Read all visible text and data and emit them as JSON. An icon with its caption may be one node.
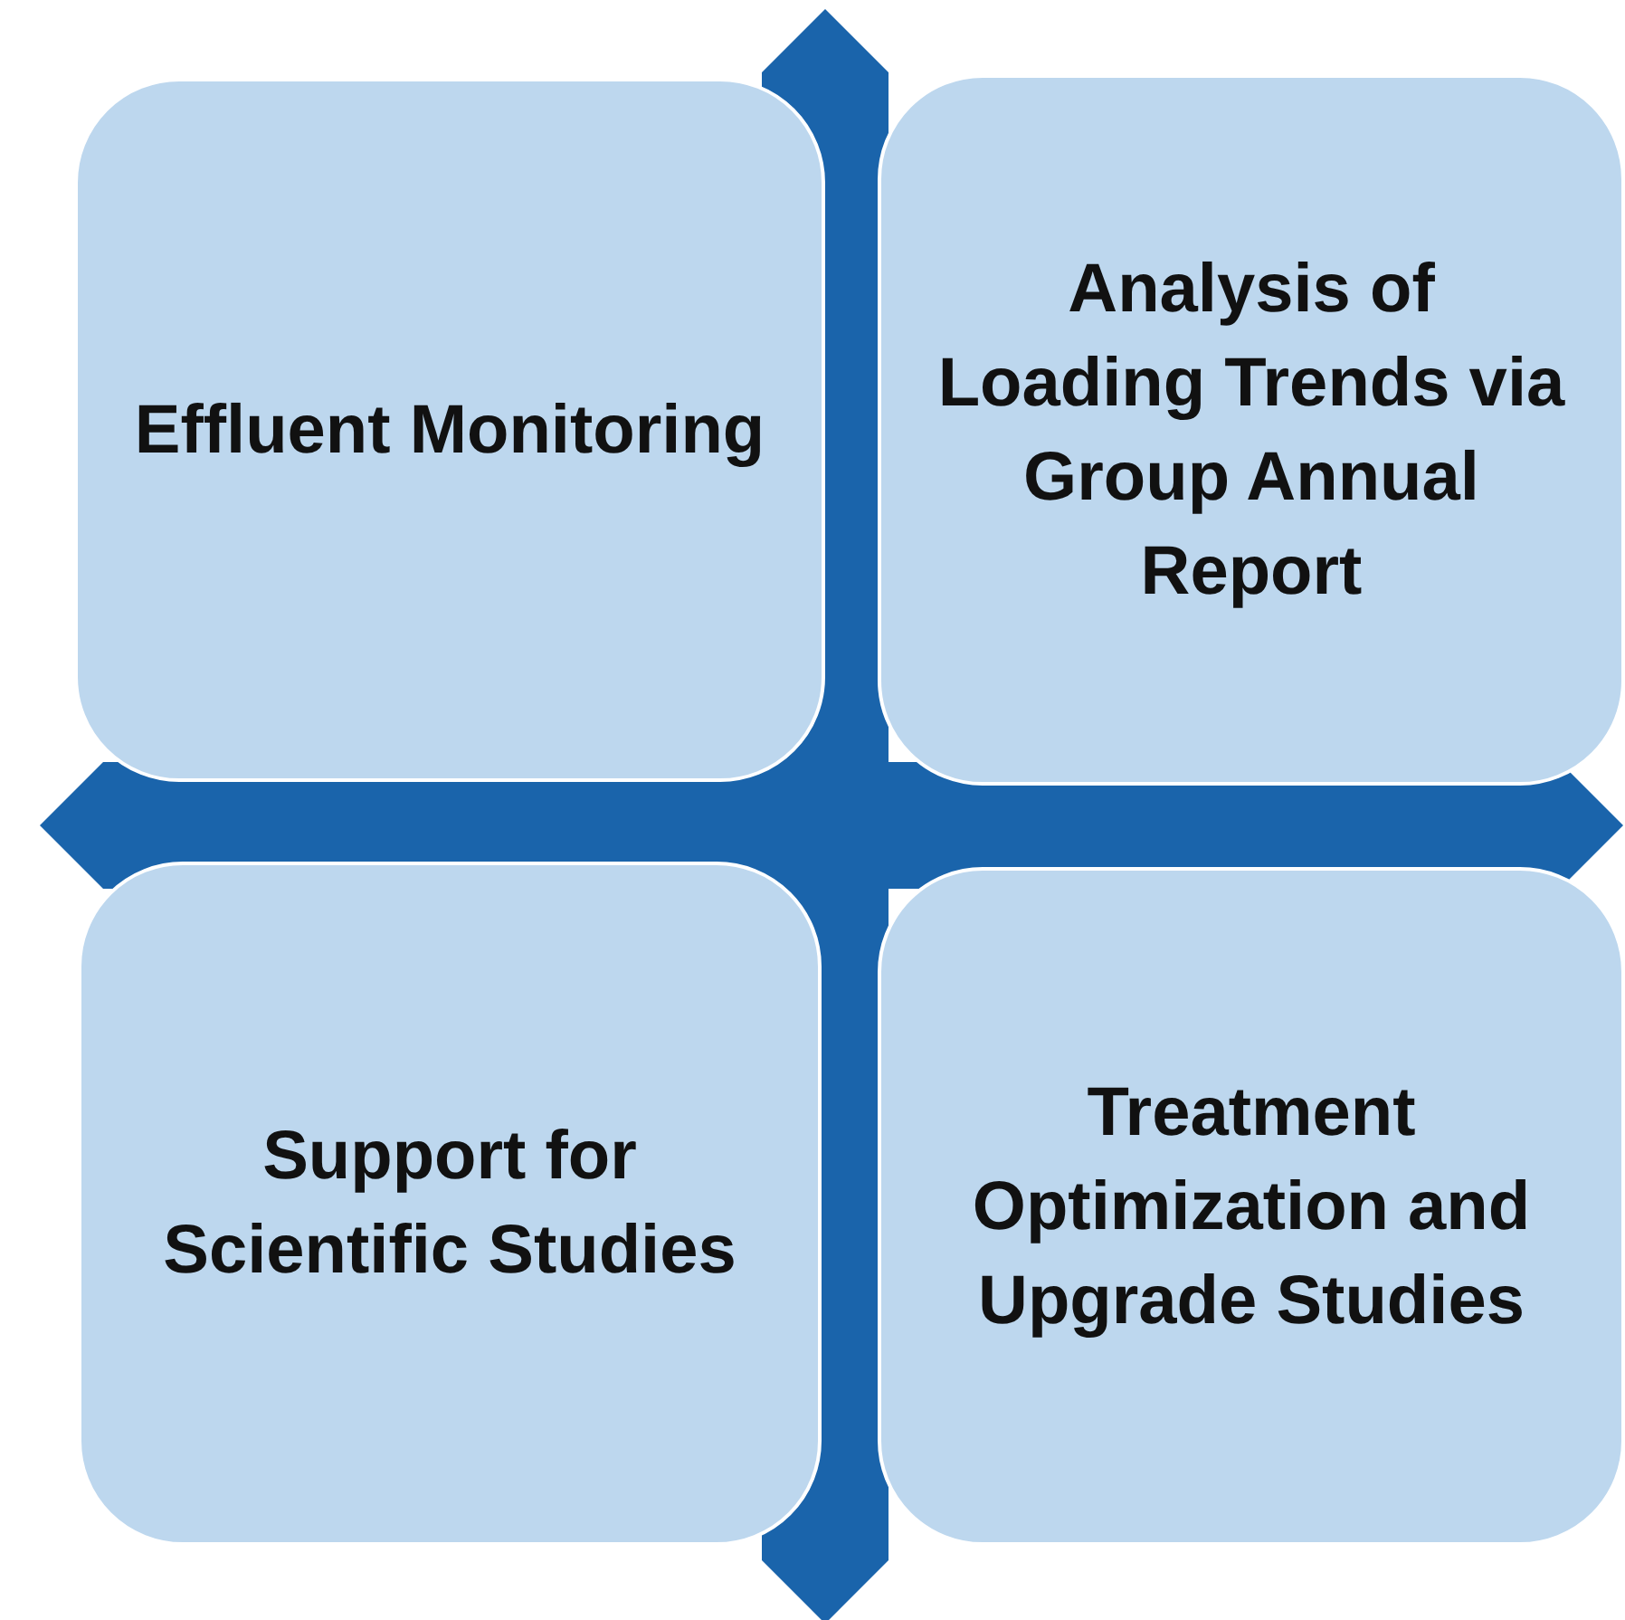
{
  "diagram": {
    "nodes": [
      {
        "text": [
          "Effluent Monitoring"
        ]
      },
      {
        "text": [
          "Analysis of Loading Trends via Group Annual Report"
        ]
      },
      {
        "text": [
          "Support for Scientific Studies"
        ]
      },
      {
        "text": [
          "Treatment Optimization and Upgrade Studies"
        ]
      }
    ]
  }
}
